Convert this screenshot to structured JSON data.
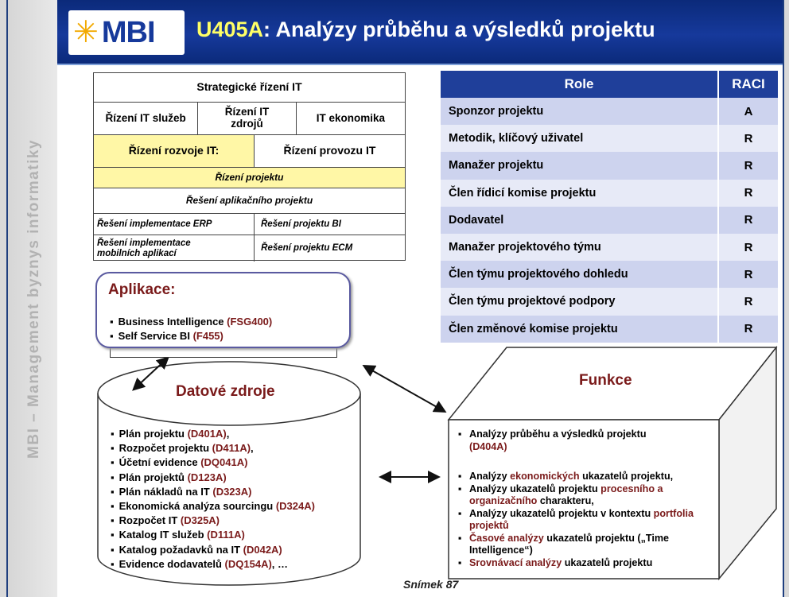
{
  "header": {
    "logo_text": "MBI",
    "title_code": "U405A",
    "title_rest": ": Analýzy průběhu a výsledků projektu"
  },
  "sidebar": {
    "vertical_text": "MBI – Management byznys informatiky"
  },
  "hierarchy": {
    "top": "Strategické řízení IT",
    "row2": [
      "Řízení IT služeb",
      "Řízení IT zdrojů",
      "IT ekonomika"
    ],
    "row3": [
      "Řízení rozvoje IT:",
      "Řízení provozu IT"
    ],
    "row4": "Řízení projektu",
    "row5": "Řešení aplikačního projektu",
    "row6": [
      "Řešení implementace ERP",
      "Řešení projektu BI"
    ],
    "row7": [
      "Řešení implementace mobilních aplikací",
      "Řešení projektu ECM"
    ]
  },
  "roles_table": {
    "headers": [
      "Role",
      "RACI"
    ],
    "rows": [
      {
        "role": "Sponzor projektu",
        "raci": "A"
      },
      {
        "role": "Metodik, klíčový uživatel",
        "raci": "R"
      },
      {
        "role": "Manažer projektu",
        "raci": "R"
      },
      {
        "role": "Člen řídicí komise projektu",
        "raci": "R"
      },
      {
        "role": "Dodavatel",
        "raci": "R"
      },
      {
        "role": "Manažer projektového týmu",
        "raci": "R"
      },
      {
        "role": "Člen týmu projektového dohledu",
        "raci": "R"
      },
      {
        "role": "Člen týmu projektové podpory",
        "raci": "R"
      },
      {
        "role": "Člen změnové komise projektu",
        "raci": "R"
      }
    ]
  },
  "applications": {
    "title": "Aplikace:",
    "items": [
      {
        "name": "Business Intelligence ",
        "code": "(FSG400)"
      },
      {
        "name": "Self Service BI ",
        "code": "(F455)"
      }
    ]
  },
  "data_sources": {
    "title": "Datové zdroje",
    "items": [
      {
        "name": "Plán projektu ",
        "code": "(D401A)",
        "suffix": ","
      },
      {
        "name": "Rozpočet projektu ",
        "code": "(D411A)",
        "suffix": ","
      },
      {
        "name": "Účetní evidence ",
        "code": "(DQ041A)",
        "suffix": ""
      },
      {
        "name": "Plán projektů ",
        "code": "(D123A)",
        "suffix": ""
      },
      {
        "name": "Plán nákladů na IT ",
        "code": "(D323A)",
        "suffix": ""
      },
      {
        "name": "Ekonomická analýza sourcingu ",
        "code": "(D324A)",
        "suffix": ""
      },
      {
        "name": "Rozpočet IT ",
        "code": "(D325A)",
        "suffix": ""
      },
      {
        "name": "Katalog IT služeb ",
        "code": "(D111A)",
        "suffix": ""
      },
      {
        "name": "Katalog požadavků na IT ",
        "code": "(D042A)",
        "suffix": ""
      },
      {
        "name": "Evidence dodavatelů ",
        "code": "(DQ154A)",
        "suffix": ", …"
      }
    ]
  },
  "functions": {
    "title": "Funkce",
    "item1_text": "Analýzy průběhu a výsledků projektu",
    "item1_code": "(D404A)",
    "item2_a": "Analýzy ",
    "item2_b": "ekonomických",
    "item2_c": " ukazatelů projektu,",
    "item3_a": "Analýzy ukazatelů projektu ",
    "item3_b": "procesního a organizačního",
    "item3_c": " charakteru,",
    "item4_a": "Analýzy ukazatelů projektu v kontextu ",
    "item4_b": "portfolia projektů",
    "item5_a": "Časové analýzy",
    "item5_b": " ukazatelů projektu („Time Intelligence“)",
    "item6_a": "Srovnávací analýzy",
    "item6_b": " ukazatelů projektu"
  },
  "footer": {
    "slide_label": "Snímek",
    "slide_number": "87"
  },
  "colors": {
    "header_blue": "#16399b",
    "accent_dark_red": "#7a1a1a",
    "highlight_yellow": "#fff7a6",
    "title_code_yellow": "#ffff66"
  }
}
